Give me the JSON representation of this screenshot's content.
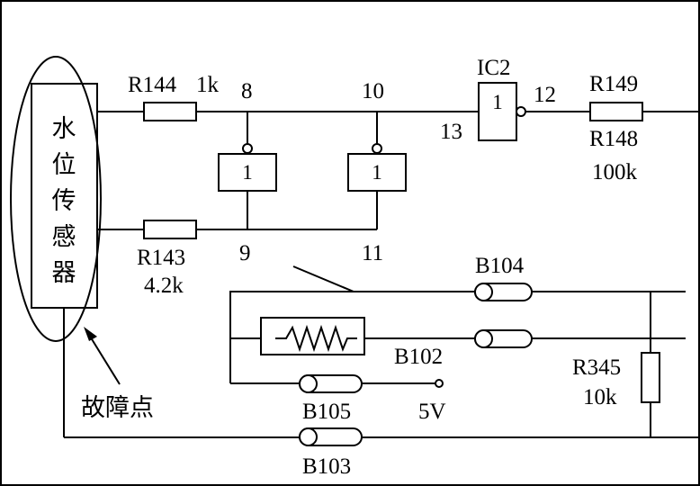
{
  "sensor": {
    "label_chars": [
      "水",
      "位",
      "传",
      "感",
      "器"
    ]
  },
  "fault": {
    "label": "故障点"
  },
  "resistors": {
    "r144": {
      "name": "R144",
      "value": "1k"
    },
    "r143": {
      "name": "R143",
      "value": "4.2k"
    },
    "r149": {
      "name": "R149"
    },
    "r148": {
      "name": "R148",
      "value": "100k"
    },
    "r345": {
      "name": "R345",
      "value": "10k"
    }
  },
  "ic": {
    "name": "IC2"
  },
  "gates": {
    "g1": "1",
    "g2": "1",
    "g3": "1"
  },
  "pins": {
    "p8": "8",
    "p9": "9",
    "p10": "10",
    "p11": "11",
    "p12": "12",
    "p13": "13"
  },
  "connectors": {
    "b104": "B104",
    "b102": "B102",
    "b105": "B105",
    "b103": "B103"
  },
  "supply": {
    "label": "5V"
  }
}
